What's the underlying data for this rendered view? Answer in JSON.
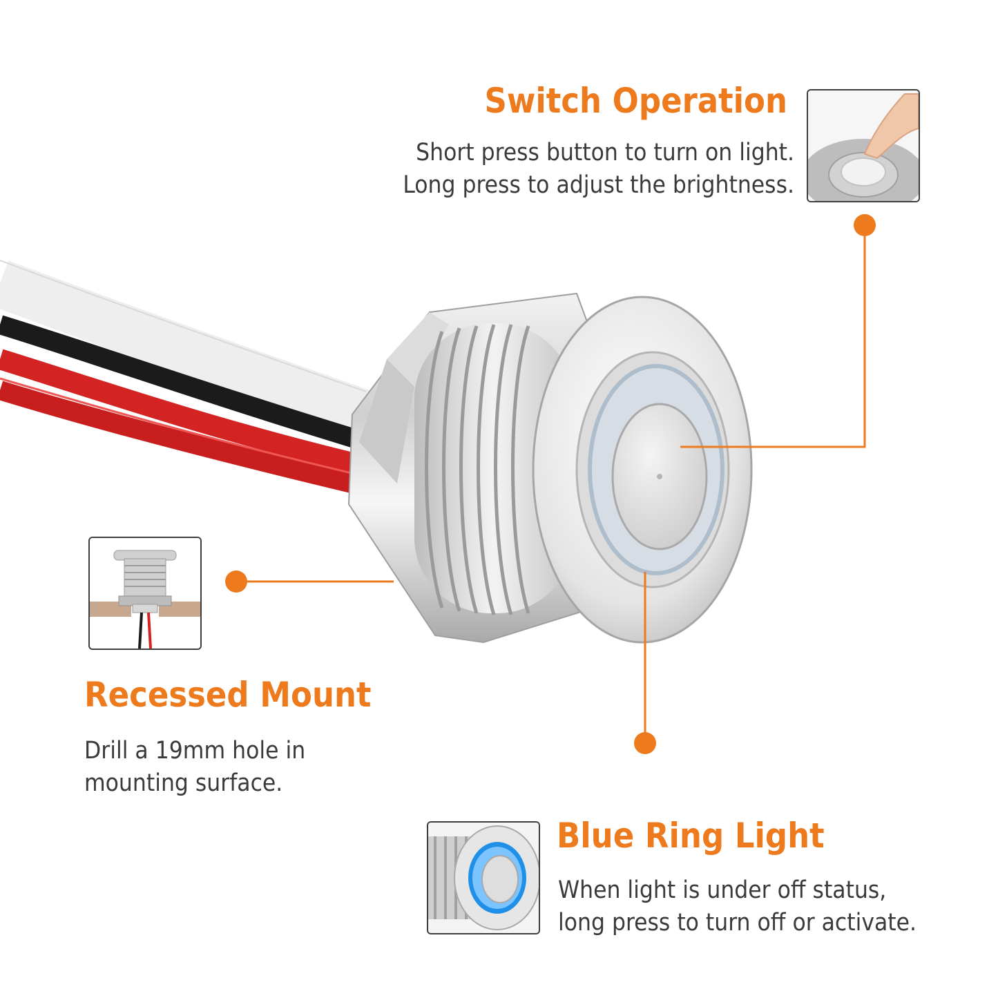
{
  "accent_color": "#ee7a1e",
  "text_color": "#3a3a3a",
  "features": {
    "switch_operation": {
      "title": "Switch Operation",
      "lines": [
        "Short press button to turn on light.",
        "Long press to adjust the brightness."
      ],
      "thumbnail_icon": "finger-press-icon"
    },
    "recessed_mount": {
      "title": "Recessed Mount",
      "lines": [
        "Drill a 19mm hole in",
        "mounting surface."
      ],
      "thumbnail_icon": "recessed-mount-icon"
    },
    "blue_ring_light": {
      "title": "Blue Ring Light",
      "lines": [
        "When light is under off status,",
        "long press to turn off or activate."
      ],
      "thumbnail_icon": "blue-ring-icon"
    }
  }
}
